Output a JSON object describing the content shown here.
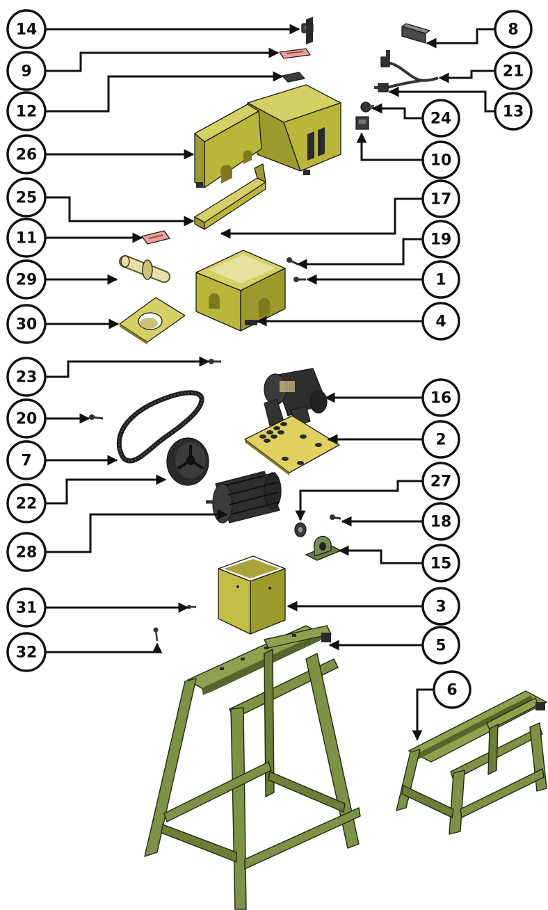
{
  "diagram": {
    "type": "exploded-parts-view",
    "colors": {
      "sheet_metal": "#b9b63a",
      "sheet_metal_dark": "#7f7a20",
      "sheet_metal_light": "#d4d164",
      "frame": "#7f9144",
      "frame_dark": "#55662a",
      "dark_parts": "#3b3b3b",
      "label_sticker": "#e9a0a0",
      "callout_stroke": "#111111"
    },
    "callouts": [
      {
        "id": "c14",
        "label": "14"
      },
      {
        "id": "c9",
        "label": "9"
      },
      {
        "id": "c12",
        "label": "12"
      },
      {
        "id": "c26",
        "label": "26"
      },
      {
        "id": "c25",
        "label": "25"
      },
      {
        "id": "c11",
        "label": "11"
      },
      {
        "id": "c29",
        "label": "29"
      },
      {
        "id": "c30",
        "label": "30"
      },
      {
        "id": "c23",
        "label": "23"
      },
      {
        "id": "c20",
        "label": "20"
      },
      {
        "id": "c7",
        "label": "7"
      },
      {
        "id": "c22",
        "label": "22"
      },
      {
        "id": "c28",
        "label": "28"
      },
      {
        "id": "c31",
        "label": "31"
      },
      {
        "id": "c32",
        "label": "32"
      },
      {
        "id": "c8",
        "label": "8"
      },
      {
        "id": "c21",
        "label": "21"
      },
      {
        "id": "c13",
        "label": "13"
      },
      {
        "id": "c24",
        "label": "24"
      },
      {
        "id": "c10",
        "label": "10"
      },
      {
        "id": "c17",
        "label": "17"
      },
      {
        "id": "c19",
        "label": "19"
      },
      {
        "id": "c1",
        "label": "1"
      },
      {
        "id": "c4",
        "label": "4"
      },
      {
        "id": "c16",
        "label": "16"
      },
      {
        "id": "c2",
        "label": "2"
      },
      {
        "id": "c27",
        "label": "27"
      },
      {
        "id": "c18",
        "label": "18"
      },
      {
        "id": "c15",
        "label": "15"
      },
      {
        "id": "c3",
        "label": "3"
      },
      {
        "id": "c5",
        "label": "5"
      },
      {
        "id": "c6",
        "label": "6"
      }
    ]
  }
}
